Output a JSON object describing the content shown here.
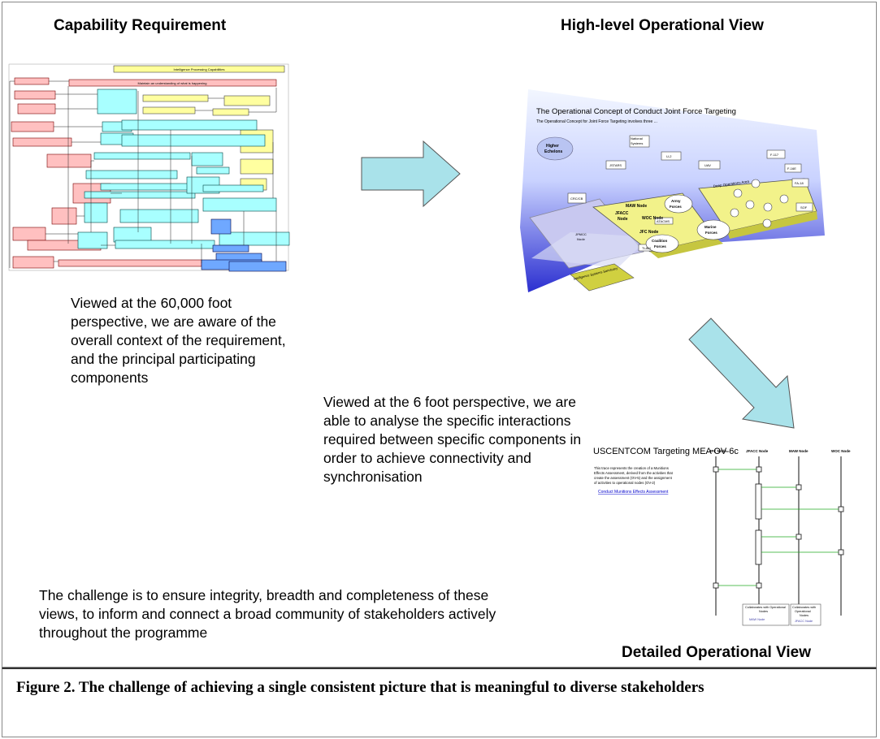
{
  "titles": {
    "capability": "Capability Requirement",
    "high_level": "High-level Operational View",
    "detailed": "Detailed Operational View"
  },
  "texts": {
    "p60k": "Viewed at the 60,000 foot perspective, we are aware of the overall context of the requirement, and the principal participating components",
    "p6ft": "Viewed at the 6 foot perspective, we are able to analyse the specific interactions required between specific components in order to achieve connectivity and synchronisation",
    "challenge": "The challenge is to ensure integrity, breadth and completeness of these views, to inform and connect a broad community of stakeholders actively throughout the programme"
  },
  "caption": "Figure 2. The challenge of achieving a single consistent picture that is meaningful to diverse stakeholders",
  "thumb_capability": {
    "header": "Intelligence Processing Capabilities",
    "top_node": "Maintain an understanding of what is happening"
  },
  "thumb_opview": {
    "title": "The Operational Concept of Conduct Joint Force Targeting",
    "subtitle": "The Operational Concept for Joint Force Targeting involves three ...",
    "labels": [
      "Higher Echelons",
      "National Systems",
      "U-2",
      "JSTARS",
      "UAV",
      "F-117",
      "F-16E",
      "FA-18",
      "SOF",
      "CRC/CB",
      "MAW Node",
      "JFACC Node",
      "WOC Node",
      "JFC Node",
      "ATACMS",
      "Army Forces",
      "Marine Forces",
      "Coalition Forces",
      "TLAM",
      "JFMCC Node",
      "Intelligence Systems Sanctuary",
      "Deep Operations Area"
    ]
  },
  "thumb_seq": {
    "title": "USCENTCOM Targeting MEA OV-6c",
    "desc": "This trace represents the creation of a Munitions Effects Assessment, derived from the activities that create the assessment (OV-5) and the assignment of activities to operational nodes (OV-2)",
    "link": "Conduct Munitions Effects Assessment",
    "lanes": [
      "JFC Node",
      "JFACC Node",
      "MAW Node",
      "WOC Node"
    ],
    "legend1": "Collaborates with Operational Nodes",
    "legend1_item": "MAW Node",
    "legend2": "Collaborates with Operational Nodes",
    "legend2_item": "JFACC Node"
  }
}
